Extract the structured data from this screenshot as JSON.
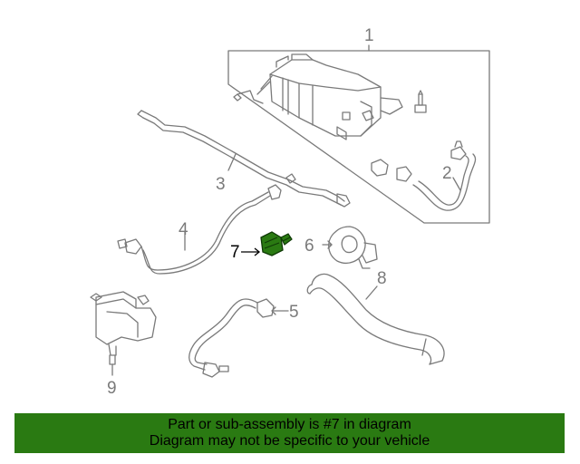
{
  "diagram": {
    "callouts": {
      "c1": "1",
      "c2": "2",
      "c3": "3",
      "c4": "4",
      "c5": "5",
      "c6": "6",
      "c7": "7",
      "c8": "8",
      "c9": "9"
    },
    "highlighted_part_color": "#2a7a12",
    "line_color": "#7a7a7a"
  },
  "banner": {
    "line1": "Part or sub-assembly is #7 in diagram",
    "line2": "Diagram may not be specific to your vehicle",
    "background": "#2a7a12"
  }
}
